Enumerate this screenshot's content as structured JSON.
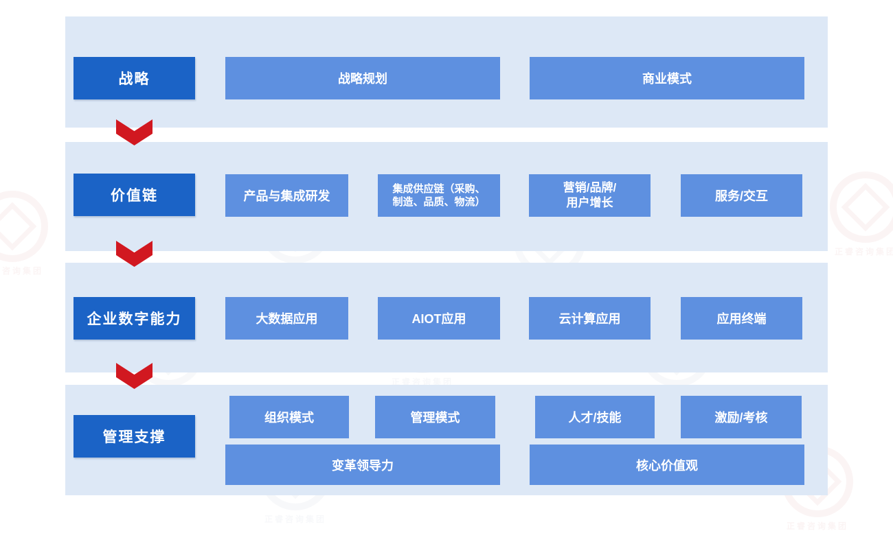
{
  "diagram_title": "",
  "watermark": {
    "text": "正睿咨询集团"
  },
  "colors": {
    "page_bg": "#ffffff",
    "band_bg": "#dde8f6",
    "label_box_bg": "#1b63c6",
    "item_box_bg": "#5e90e0",
    "arrow_red": "#d11820",
    "text": "#ffffff"
  },
  "icons": {
    "arrow": "chevron-down"
  },
  "rows": [
    {
      "id": "strategy",
      "label": "战略",
      "items": [
        {
          "label": "战略规划"
        },
        {
          "label": "商业模式"
        }
      ]
    },
    {
      "id": "value-chain",
      "label": "价值链",
      "items": [
        {
          "label": "产品与集成研发"
        },
        {
          "line1": "集成供应链（采购、",
          "line2": "制造、品质、物流）"
        },
        {
          "line1": "营销/品牌/",
          "line2": "用户增长"
        },
        {
          "label": "服务/交互"
        }
      ]
    },
    {
      "id": "digital-capability",
      "label": "企业数字能力",
      "items": [
        {
          "label": "大数据应用"
        },
        {
          "label": "AIOT应用"
        },
        {
          "label": "云计算应用"
        },
        {
          "label": "应用终端"
        }
      ]
    },
    {
      "id": "management-support",
      "label": "管理支撑",
      "items_top": [
        {
          "label": "组织模式"
        },
        {
          "label": "管理模式"
        },
        {
          "label": "人才/技能"
        },
        {
          "label": "激励/考核"
        }
      ],
      "items_bottom": [
        {
          "label": "变革领导力"
        },
        {
          "label": "核心价值观"
        }
      ]
    }
  ]
}
